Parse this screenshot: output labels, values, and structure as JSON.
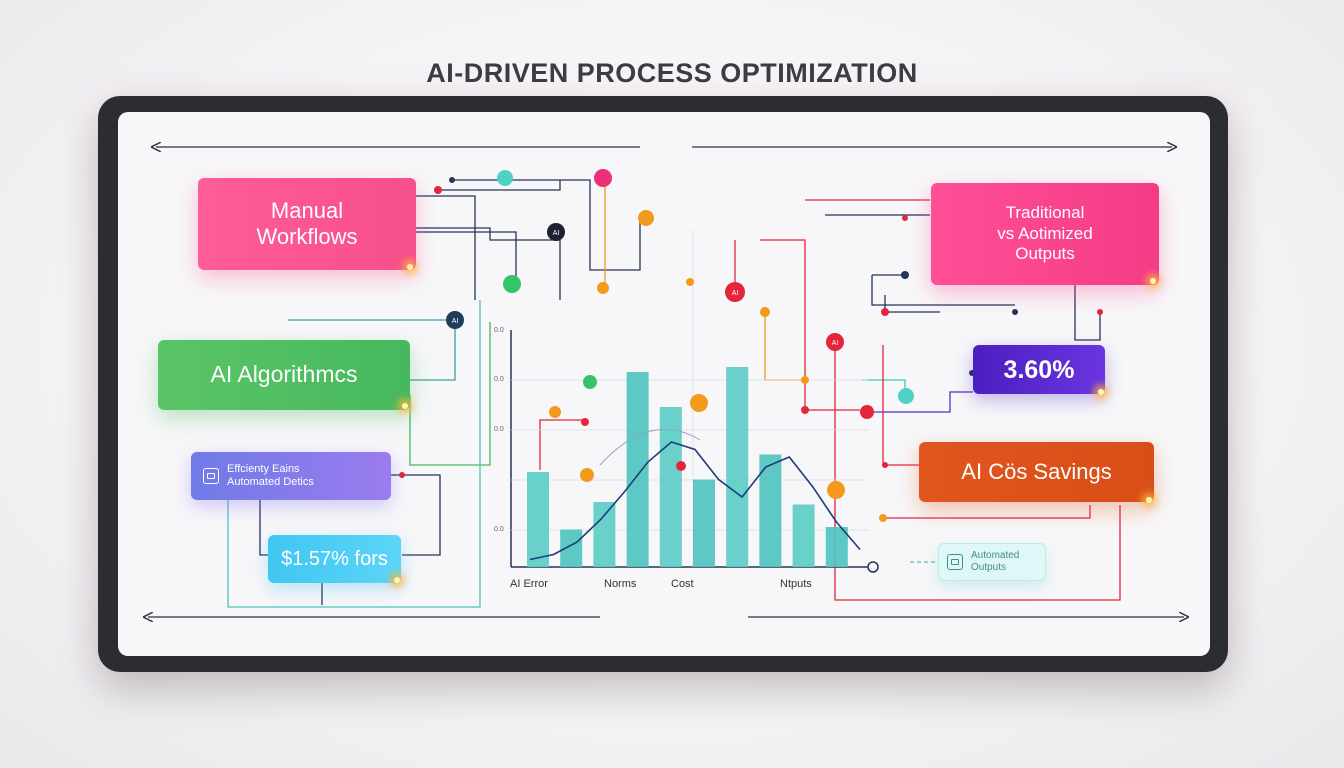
{
  "title": "AI-DRIVEN PROCESS OPTIMIZATION",
  "cards": {
    "manual": [
      "Manual",
      "Workflows"
    ],
    "algorithms": "AI Algorithmcs",
    "efficiency": [
      "Effcienty Eains",
      "Automated Detics"
    ],
    "left_percent": "$1.57% fors",
    "traditional": [
      "Traditional",
      "vs Aotimized",
      "Outputs"
    ],
    "right_percent": "3.60%",
    "savings": "AI Cös Savings",
    "automated_outputs": [
      "Automated",
      "Outputs"
    ]
  },
  "node_labels": [
    "AI",
    "AI",
    "AI",
    "AI"
  ],
  "colors": {
    "pink": "#f74f8b",
    "green": "#47b85d",
    "cyan": "#4fc3bf",
    "navy": "#1f3d7a",
    "orange": "#f39a1c",
    "red": "#e5253a",
    "purple": "#5a2ad0"
  },
  "chart_data": {
    "type": "bar",
    "categories": [
      "AI Error",
      "Norms",
      "Cost",
      "Ntputs"
    ],
    "y_tick_labels": [
      "0.0",
      "0.0",
      "0.0",
      "0.0"
    ],
    "bars": [
      0.38,
      0.15,
      0.26,
      0.78,
      0.64,
      0.35,
      0.8,
      0.45,
      0.25,
      0.16
    ],
    "line": [
      0.03,
      0.05,
      0.1,
      0.19,
      0.3,
      0.42,
      0.5,
      0.47,
      0.35,
      0.28,
      0.4,
      0.44,
      0.32,
      0.18,
      0.07
    ],
    "xlabel": "",
    "ylabel": ""
  }
}
